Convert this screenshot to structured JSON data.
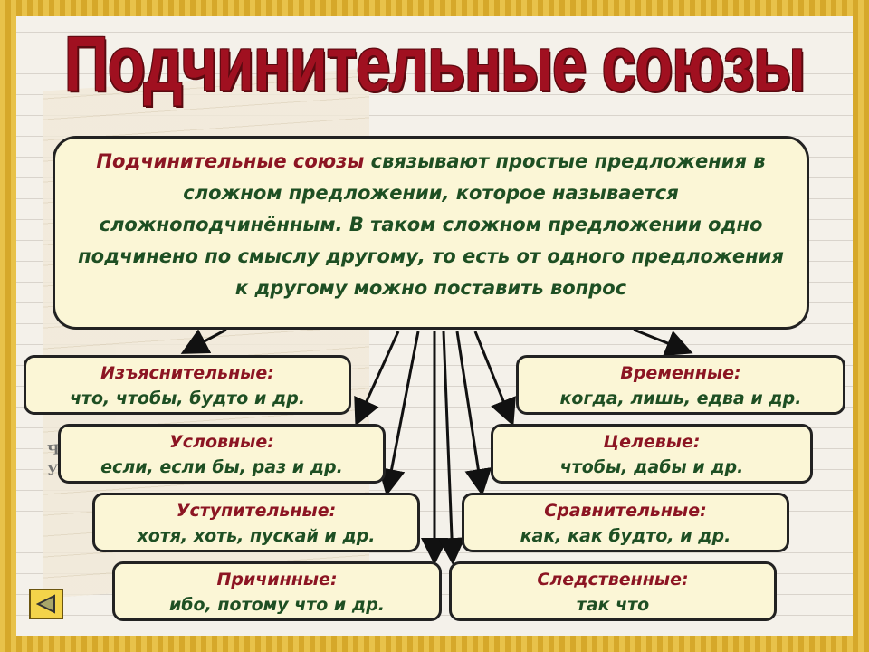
{
  "title": "Подчинительные союзы",
  "definition": {
    "lead": "Подчинительные союзы",
    "rest": " связывают простые предложения в сложном предложении, которое называется сложноподчинённым. В таком сложном предложении одно подчинено по смыслу другому, то есть от одного предложения к другому можно поставить вопрос"
  },
  "background_text": [
    "ЧАХ",
    "УСС"
  ],
  "categories": [
    {
      "name": "Изъяснительные:",
      "examples": "что, чтобы, будто и др."
    },
    {
      "name": "Временные:",
      "examples": "когда, лишь, едва и др."
    },
    {
      "name": "Условные:",
      "examples": "если, если бы, раз и др."
    },
    {
      "name": "Целевые:",
      "examples": "чтобы, дабы и др."
    },
    {
      "name": "Уступительные:",
      "examples": "хотя, хоть, пускай и др."
    },
    {
      "name": "Сравнительные:",
      "examples": "как, как будто, и др."
    },
    {
      "name": "Причинные:",
      "examples": "ибо, потому что и др."
    },
    {
      "name": "Следственные:",
      "examples": "так что"
    }
  ],
  "nav": {
    "back_icon": "triangle-left-icon"
  }
}
